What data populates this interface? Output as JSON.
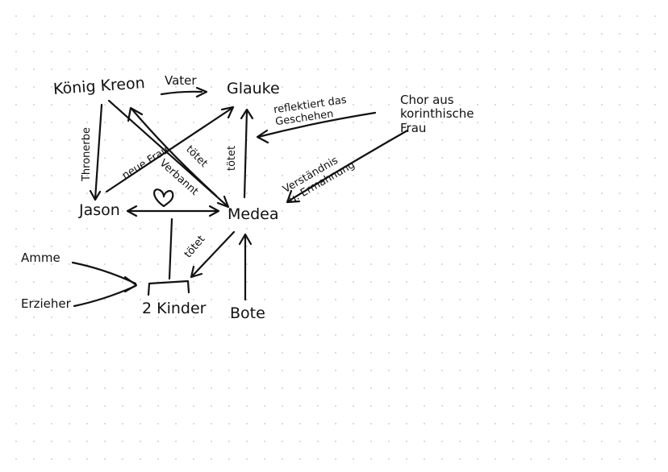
{
  "colors": {
    "ink": "#111111",
    "background": "#ffffff",
    "grid_dots": "#d3d3d3"
  },
  "nodes": {
    "koenig_kreon": "König Kreon",
    "glauke": "Glauke",
    "jason": "Jason",
    "medea": "Medea",
    "kinder": "2 Kinder",
    "amme": "Amme",
    "erzieher": "Erzieher",
    "bote": "Bote",
    "chor": "Chor aus\nkorinthische\nFrau"
  },
  "edge_labels": {
    "vater": "Vater",
    "thronerbe": "Thronerbe",
    "neue_frau": "neue Frau",
    "toetet_glauke": "tötet",
    "verbannt": "Verbannt",
    "toetet_kreon": "tötet",
    "reflektiert": "reflektiert das\nGeschehen",
    "verstaendnis": "Verständnis\nu. Ermahnung",
    "toetet_kinder": "tötet",
    "heart": "heart-icon"
  }
}
